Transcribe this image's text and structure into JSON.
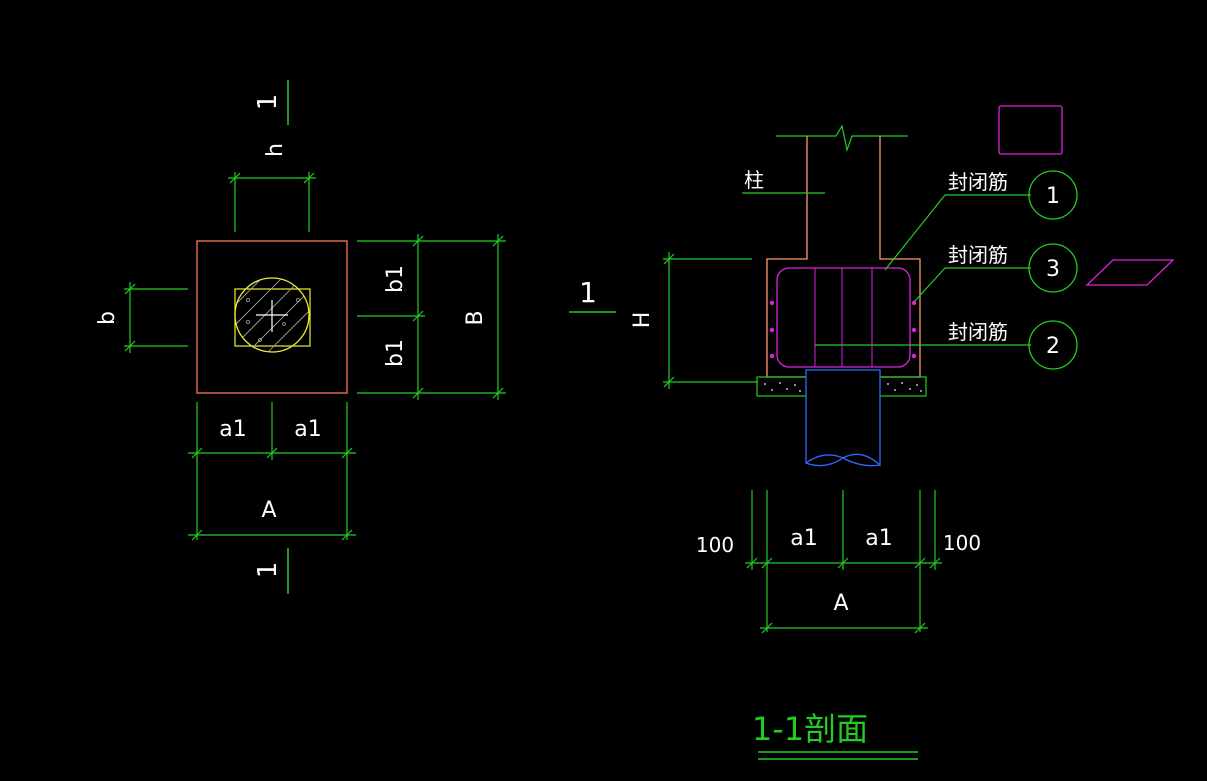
{
  "colors": {
    "background": "#000000",
    "dimension": "#22cc22",
    "concrete_outline": "#ff7755",
    "column_outline": "#ff9966",
    "rebar": "#dd22dd",
    "pile_plan": "#eeee33",
    "pile_section": "#3366ff",
    "text": "#ffffff",
    "title": "#22cc22"
  },
  "plan": {
    "section_mark_top": "1",
    "section_mark_bottom": "1",
    "dim_h": "h",
    "dim_b": "b",
    "dim_b1_upper": "b1",
    "dim_b1_lower": "b1",
    "dim_B": "B",
    "dim_a1_left": "a1",
    "dim_a1_right": "a1",
    "dim_A": "A"
  },
  "section": {
    "column_label": "柱",
    "section_mark": "1",
    "dim_H": "H",
    "rebar_labels": [
      {
        "label": "封闭筋",
        "number": "1"
      },
      {
        "label": "封闭筋",
        "number": "3"
      },
      {
        "label": "封闭筋",
        "number": "2"
      }
    ],
    "dim_cover_left": "100",
    "dim_a1_left": "a1",
    "dim_a1_right": "a1",
    "dim_cover_right": "100",
    "dim_A": "A",
    "title": "1-1剖面"
  }
}
